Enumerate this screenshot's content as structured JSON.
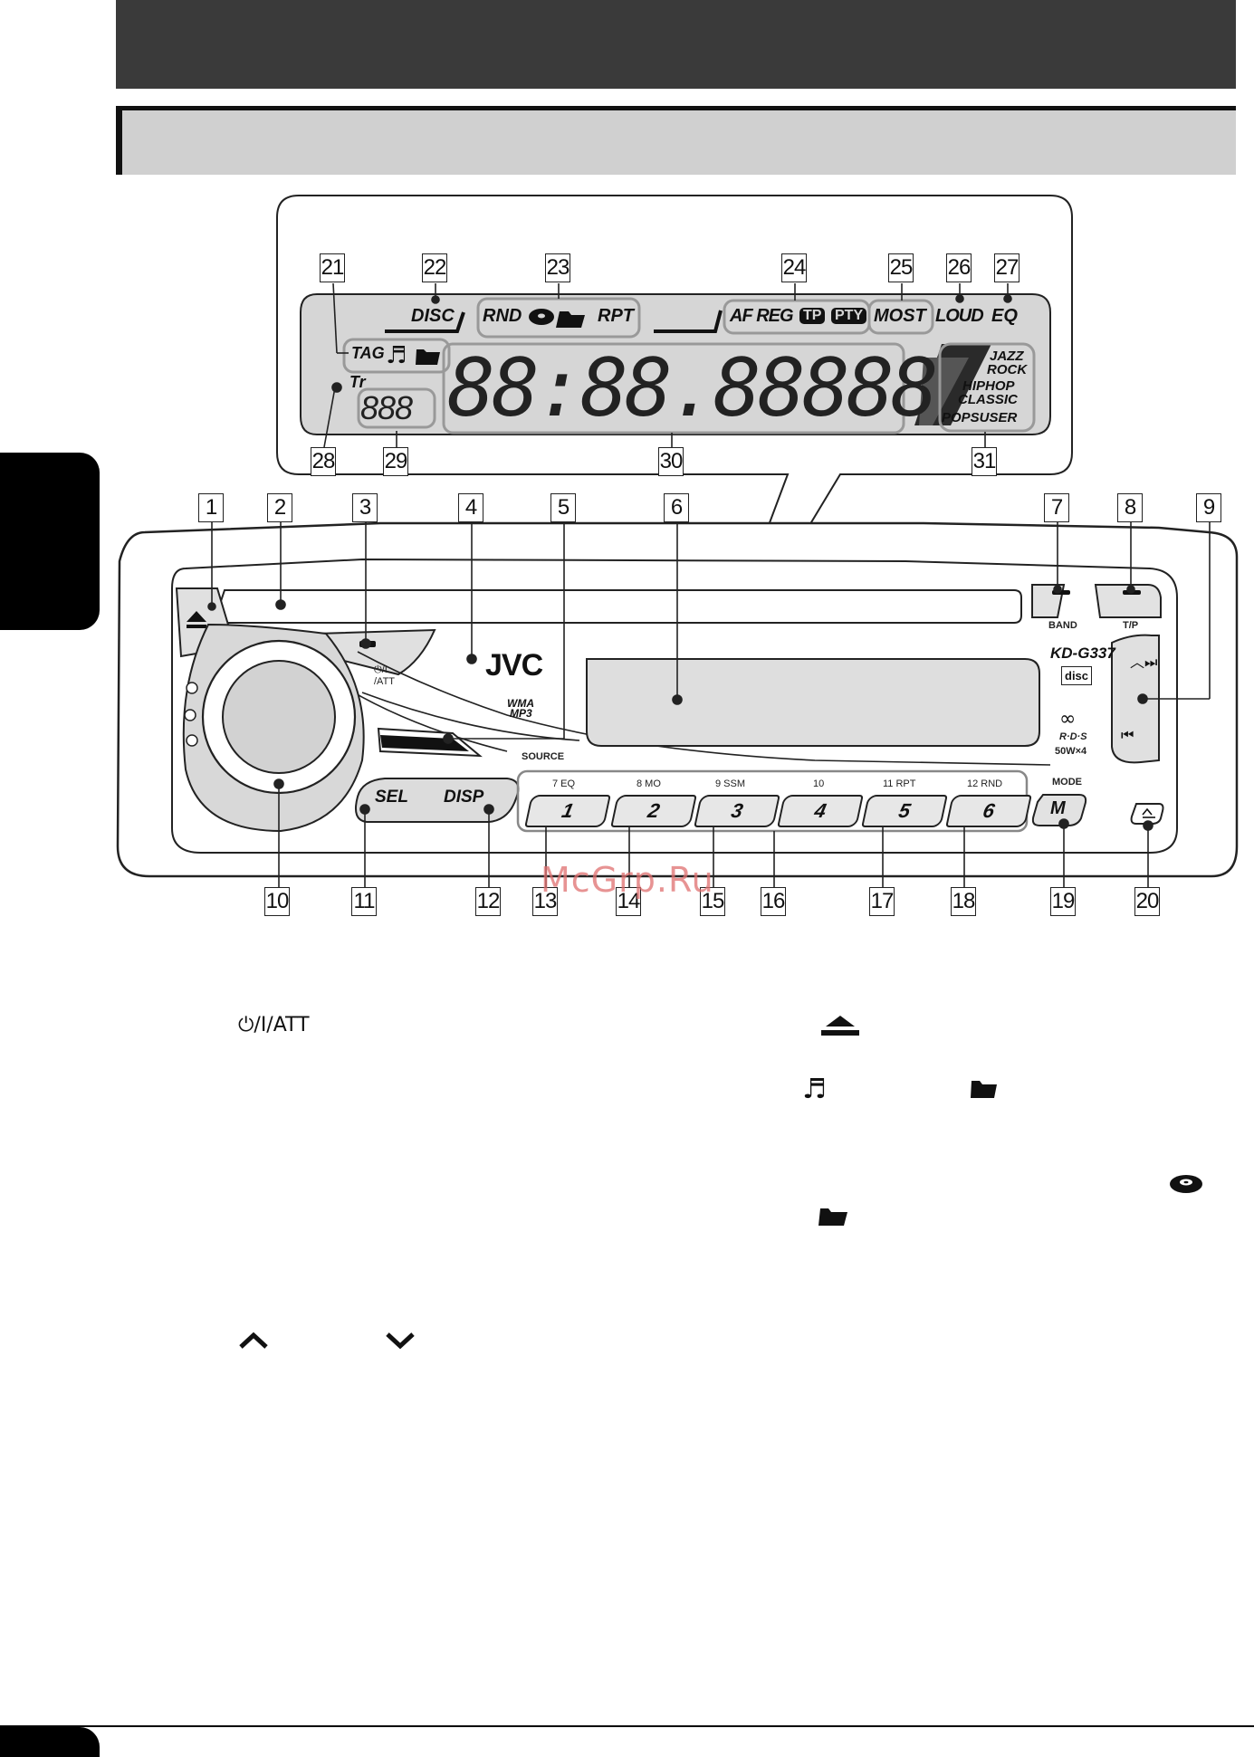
{
  "callouts": {
    "display": [
      "21",
      "22",
      "23",
      "24",
      "25",
      "26",
      "27",
      "28",
      "29",
      "30",
      "31"
    ],
    "panel_top": [
      "1",
      "2",
      "3",
      "4",
      "5",
      "6",
      "7",
      "8",
      "9"
    ],
    "panel_bottom": [
      "10",
      "11",
      "12",
      "13",
      "14",
      "15",
      "16",
      "17",
      "18",
      "19",
      "20"
    ]
  },
  "display": {
    "disc": "DISC",
    "rnd": "RND",
    "rpt": "RPT",
    "af_reg": "AF REG",
    "tp": "TP",
    "pty": "PTY",
    "most": "MOST",
    "loud": "LOUD",
    "eq": "EQ",
    "tag": "TAG",
    "tr": "Tr",
    "track_digits": "888",
    "main_digits": "88:88.88888",
    "eq_jazz": "JAZZ",
    "eq_rock": "ROCK",
    "eq_hiphop": "HIPHOP",
    "eq_classic": "CLASSIC",
    "eq_popsuser": "POPSUSER"
  },
  "panel": {
    "brand": "JVC",
    "model": "KD-G337",
    "wma": "WMA",
    "mp3": "MP3",
    "power_label": "⏻/I\n/ATT",
    "source": "SOURCE",
    "band": "BAND",
    "tp": "T/P",
    "sel": "SEL",
    "disp": "DISP",
    "mode": "MODE",
    "m_button": "M",
    "rds": "R·D·S",
    "power_rating": "50W×4",
    "compact_disc": "disc",
    "preset_top": [
      "7  EQ",
      "8  MO",
      "9  SSM",
      "10",
      "11  RPT",
      "12  RND"
    ],
    "preset_buttons": [
      "1",
      "2",
      "3",
      "4",
      "5",
      "6"
    ]
  },
  "watermark": "McGrp.Ru",
  "text_symbols": {
    "power_att": "⏻/I/ATT",
    "up": "⌃",
    "down": "⌄"
  }
}
